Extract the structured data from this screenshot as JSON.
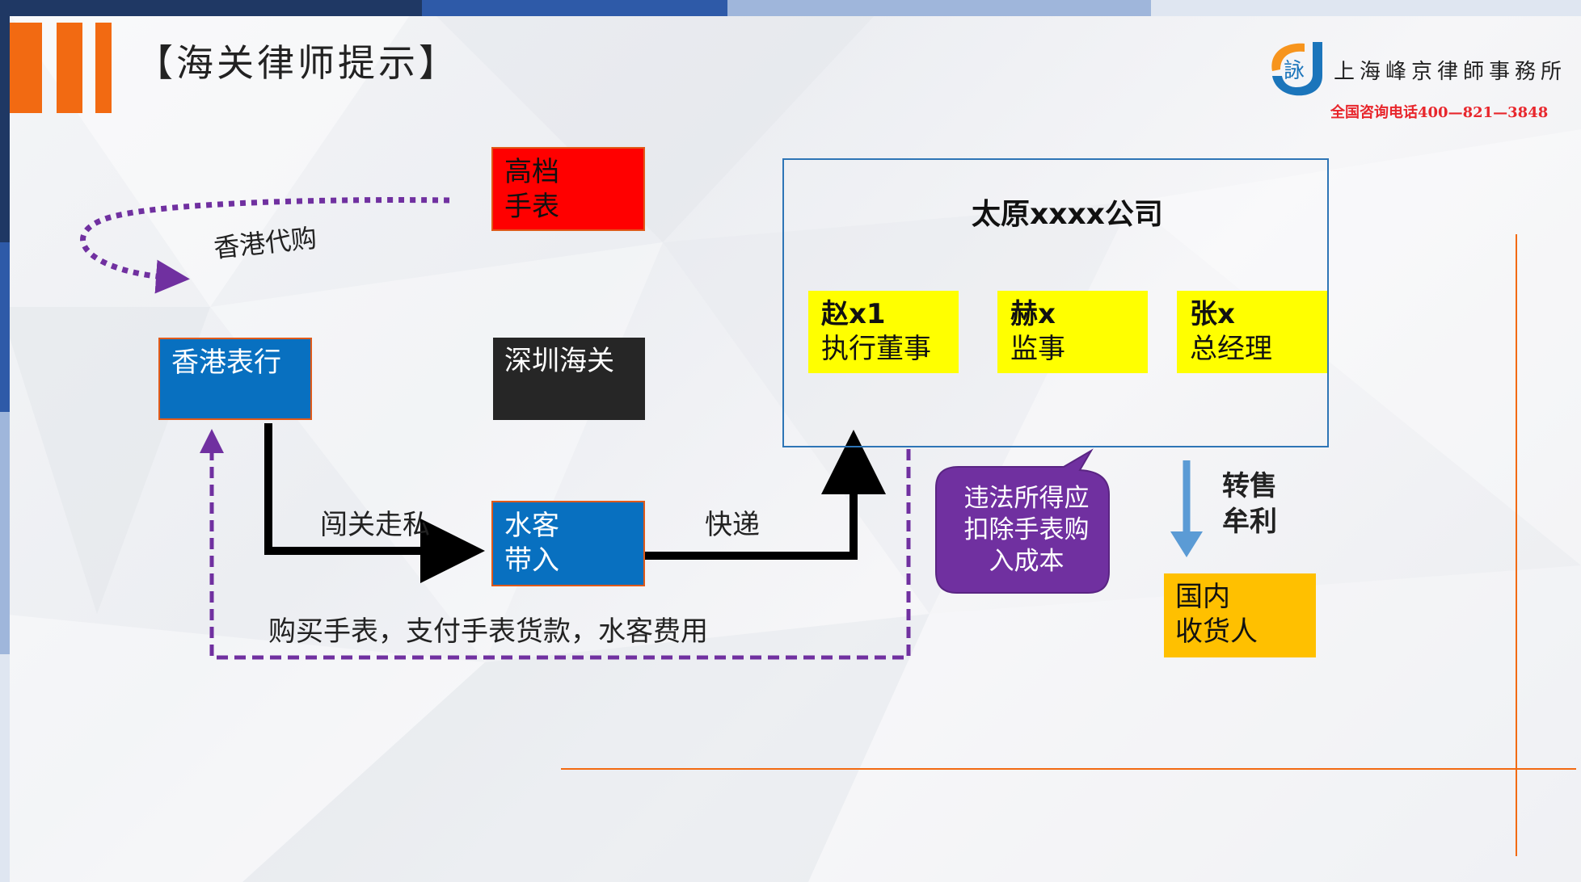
{
  "header": {
    "title": "【海关律师提示】",
    "firm_name": "上海峰京律師事務所",
    "hotline": "全国咨询电话400—821—3848",
    "logo_glyph": "詠"
  },
  "nodes": {
    "luxury_watch": "高档\n手表",
    "hk_shop": "香港表行",
    "shenzhen_customs": "深圳海关",
    "water_carrier": "水客\n带入",
    "domestic_buyer": "国内\n收货人"
  },
  "company": {
    "name": "太原xxxx公司",
    "roles": [
      {
        "name": "赵x1",
        "title": "执行董事"
      },
      {
        "name": "赫x",
        "title": "监事"
      },
      {
        "name": "张x",
        "title": "总经理"
      }
    ]
  },
  "labels": {
    "hk_purchase": "香港代购",
    "smuggling": "闯关走私",
    "express": "快递",
    "payment": "购买手表，支付手表货款，水客费用",
    "resale": "转售\n牟利"
  },
  "callout": "违法所得应\n扣除手表购\n入成本",
  "colors": {
    "accent_orange": "#f26a12",
    "red_box": "#ff0000",
    "blue_box": "#0870c0",
    "dark_box": "#262626",
    "yellow_role": "#ffff00",
    "amber_box": "#ffc000",
    "purple": "#7030a0",
    "blue_arrow": "#5b9bd5",
    "hotline_red": "#e8262c"
  }
}
